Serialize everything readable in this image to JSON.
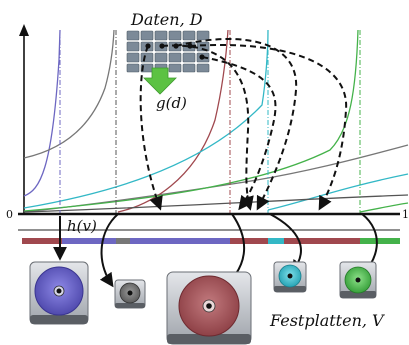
{
  "labels": {
    "data_title": "Daten, D",
    "g_label": "g(d)",
    "h_label": "h(v)",
    "disks_label": "Festplatten, V",
    "zero_tick": "0",
    "one_tick": "1"
  },
  "colors": {
    "purple": "#6d67c2",
    "gray": "#777777",
    "red": "#a0484e",
    "cyan": "#33b8c6",
    "green": "#44b24a",
    "green_arrow": "#5cc243",
    "chip": "#7c8a98"
  },
  "icons": {
    "data_grid": "memory-chip-grid-icon",
    "hash_arrow": "green-down-arrow-icon",
    "disk": "hard-disk-icon"
  }
}
